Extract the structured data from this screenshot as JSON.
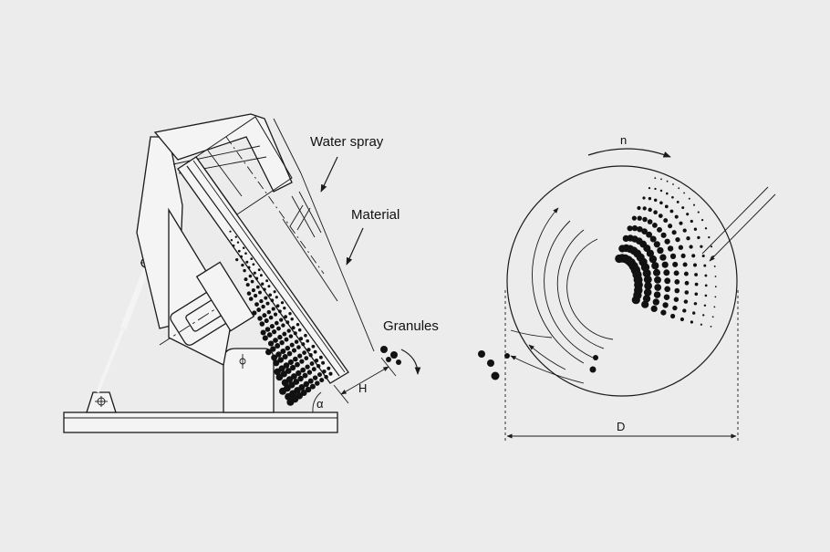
{
  "labels": {
    "water_spray": "Water spray",
    "material": "Material",
    "granules": "Granules",
    "height": "H",
    "angle": "α",
    "rotation": "n",
    "diameter": "D"
  },
  "colors": {
    "background": "#ececec",
    "ink": "#1a1a1a"
  }
}
